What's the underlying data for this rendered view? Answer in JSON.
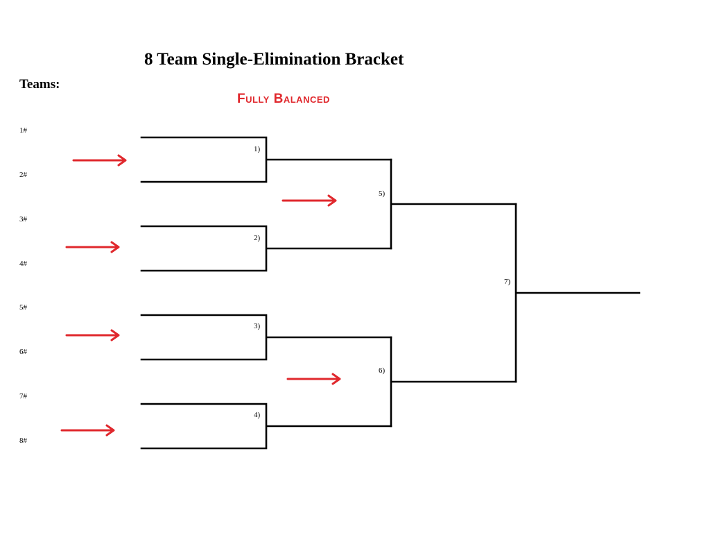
{
  "title": "8 Team Single-Elimination Bracket",
  "teams_heading": "Teams:",
  "subtitle": "Fully Balanced",
  "seeds": [
    "1#",
    "2#",
    "3#",
    "4#",
    "5#",
    "6#",
    "7#",
    "8#"
  ],
  "games": [
    "1)",
    "2)",
    "3)",
    "4)",
    "5)",
    "6)",
    "7)"
  ],
  "colors": {
    "lines": "#000000",
    "accent": "#e0282d"
  }
}
